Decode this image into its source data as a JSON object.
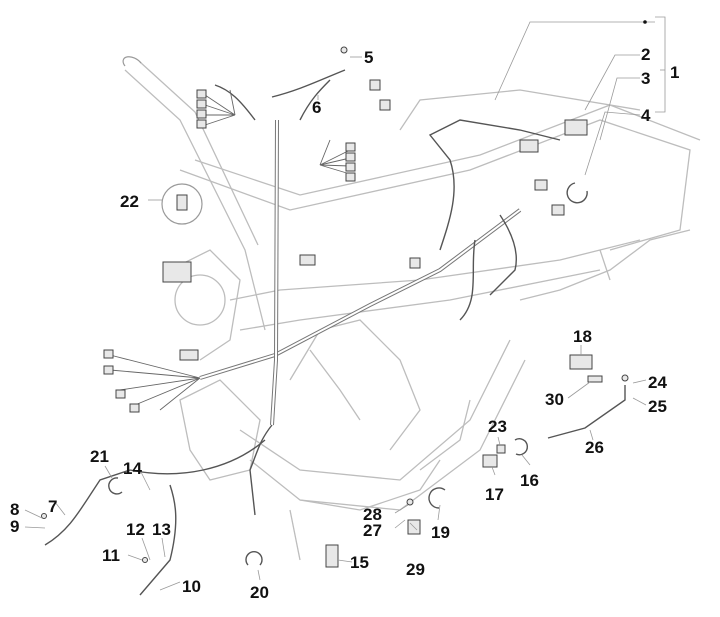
{
  "diagram": {
    "title": "Main cable harness exploded view",
    "callouts": [
      {
        "id": "1",
        "label": "1"
      },
      {
        "id": "2",
        "label": "2"
      },
      {
        "id": "3",
        "label": "3"
      },
      {
        "id": "4",
        "label": "4"
      },
      {
        "id": "5",
        "label": "5"
      },
      {
        "id": "6",
        "label": "6"
      },
      {
        "id": "7",
        "label": "7"
      },
      {
        "id": "8",
        "label": "8"
      },
      {
        "id": "9",
        "label": "9"
      },
      {
        "id": "10",
        "label": "10"
      },
      {
        "id": "11",
        "label": "11"
      },
      {
        "id": "12",
        "label": "12"
      },
      {
        "id": "13",
        "label": "13"
      },
      {
        "id": "14",
        "label": "14"
      },
      {
        "id": "15",
        "label": "15"
      },
      {
        "id": "16",
        "label": "16"
      },
      {
        "id": "17",
        "label": "17"
      },
      {
        "id": "18",
        "label": "18"
      },
      {
        "id": "19",
        "label": "19"
      },
      {
        "id": "20",
        "label": "20"
      },
      {
        "id": "21",
        "label": "21"
      },
      {
        "id": "22",
        "label": "22"
      },
      {
        "id": "23",
        "label": "23"
      },
      {
        "id": "24",
        "label": "24"
      },
      {
        "id": "25",
        "label": "25"
      },
      {
        "id": "26",
        "label": "26"
      },
      {
        "id": "27",
        "label": "27"
      },
      {
        "id": "28",
        "label": "28"
      },
      {
        "id": "29",
        "label": "29"
      },
      {
        "id": "30",
        "label": "30"
      }
    ],
    "colors": {
      "line": "#555555",
      "frame": "#bdbdbd",
      "text": "#111111",
      "background": "#ffffff"
    }
  }
}
